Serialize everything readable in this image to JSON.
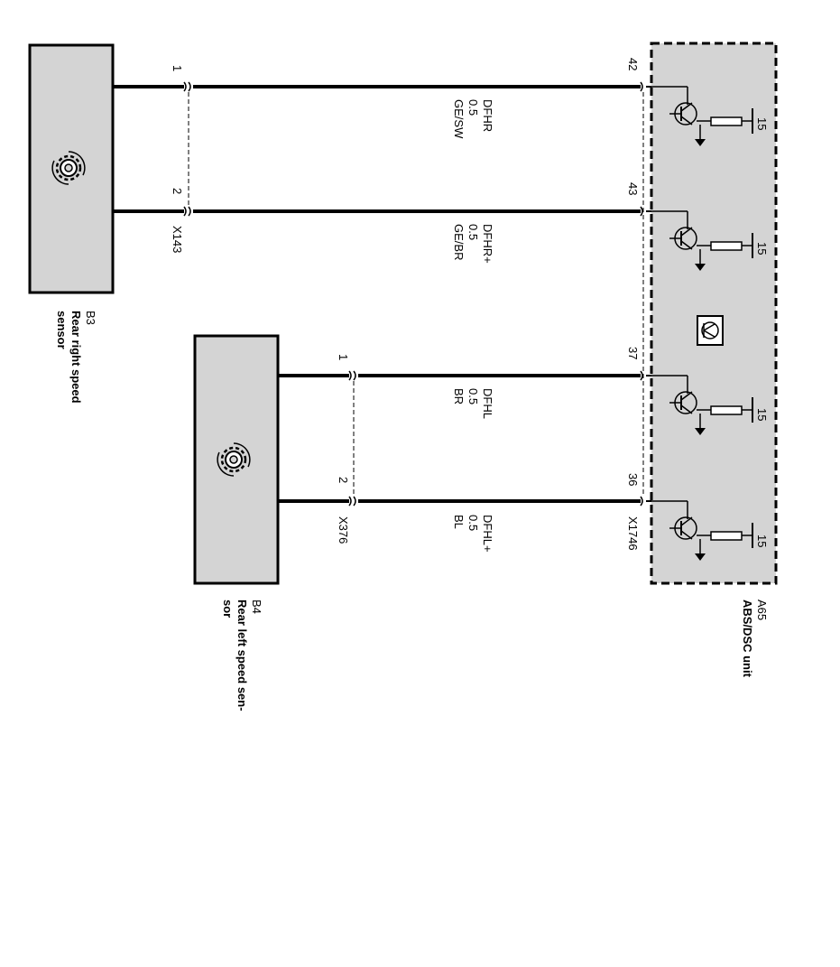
{
  "components": {
    "b3": {
      "id": "B3",
      "line1": "Rear right speed",
      "line2": "sensor"
    },
    "b4": {
      "id": "B4",
      "line1": "Rear left speed sen-",
      "line2": "sor"
    },
    "a65": {
      "id": "A65",
      "name": "ABS/DSC unit"
    }
  },
  "connectors": {
    "x143": {
      "name": "X143",
      "pin1": "1",
      "pin2": "2"
    },
    "x376": {
      "name": "X376",
      "pin1": "1",
      "pin2": "2"
    },
    "x1746": {
      "name": "X1746"
    }
  },
  "wires": [
    {
      "pin": "42",
      "signal": "DFHR",
      "gauge": "0.5",
      "color": "GE/SW"
    },
    {
      "pin": "43",
      "signal": "DFHR+",
      "gauge": "0.5",
      "color": "GE/BR"
    },
    {
      "pin": "37",
      "signal": "DFHL",
      "gauge": "0.5",
      "color": "BR"
    },
    {
      "pin": "36",
      "signal": "DFHL+",
      "gauge": "0.5",
      "color": "BL"
    }
  ],
  "supply_label": "15",
  "colors": {
    "box_fill": "#d4d4d4",
    "line": "#000000"
  }
}
